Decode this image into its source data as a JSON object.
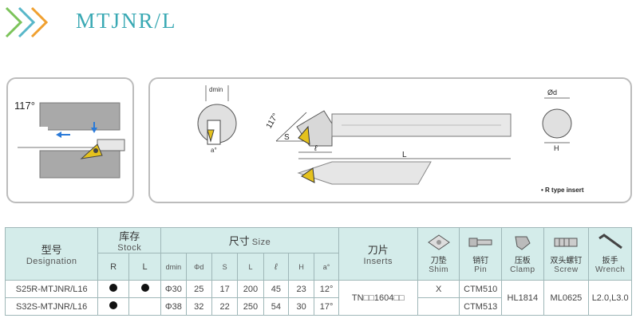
{
  "title": "MTJNR/L",
  "diagram": {
    "angle_left": "117°",
    "dmin": "dmin",
    "a_deg": "a°",
    "angle_mid": "117°",
    "s": "S",
    "l": "ℓ",
    "L": "L",
    "od": "Ød",
    "h": "H",
    "note": "• R type insert"
  },
  "table": {
    "designation_cn": "型号",
    "designation_en": "Designation",
    "stock_cn": "库存",
    "stock_en": "Stock",
    "stock_r": "R",
    "stock_l": "L",
    "size_cn": "尺寸",
    "size_en": "Size",
    "dims": [
      "dmin",
      "Φd",
      "S",
      "L",
      "ℓ",
      "H",
      "a°"
    ],
    "inserts_cn": "刀片",
    "inserts_en": "Inserts",
    "shim_cn": "刀垫",
    "shim_en": "Shim",
    "pin_cn": "销钉",
    "pin_en": "Pin",
    "clamp_cn": "压板",
    "clamp_en": "Clamp",
    "screw_cn": "双头螺钉",
    "screw_en": "Screw",
    "wrench_cn": "扳手",
    "wrench_en": "Wrench",
    "rows": [
      {
        "designation": "S25R-MTJNR/L16",
        "r": true,
        "l": true,
        "dmin": "Φ30",
        "d": "25",
        "s": "17",
        "L": "200",
        "l_len": "45",
        "h": "23",
        "a": "12°",
        "pin": "CTM510"
      },
      {
        "designation": "S32S-MTJNR/L16",
        "r": true,
        "l": false,
        "dmin": "Φ38",
        "d": "32",
        "s": "22",
        "L": "250",
        "l_len": "54",
        "h": "30",
        "a": "17°",
        "pin": "CTM513"
      }
    ],
    "insert_code": "TN□□1604□□",
    "shim": "X",
    "clamp": "HL1814",
    "screw": "ML0625",
    "wrench": "L2.0,L3.0"
  }
}
